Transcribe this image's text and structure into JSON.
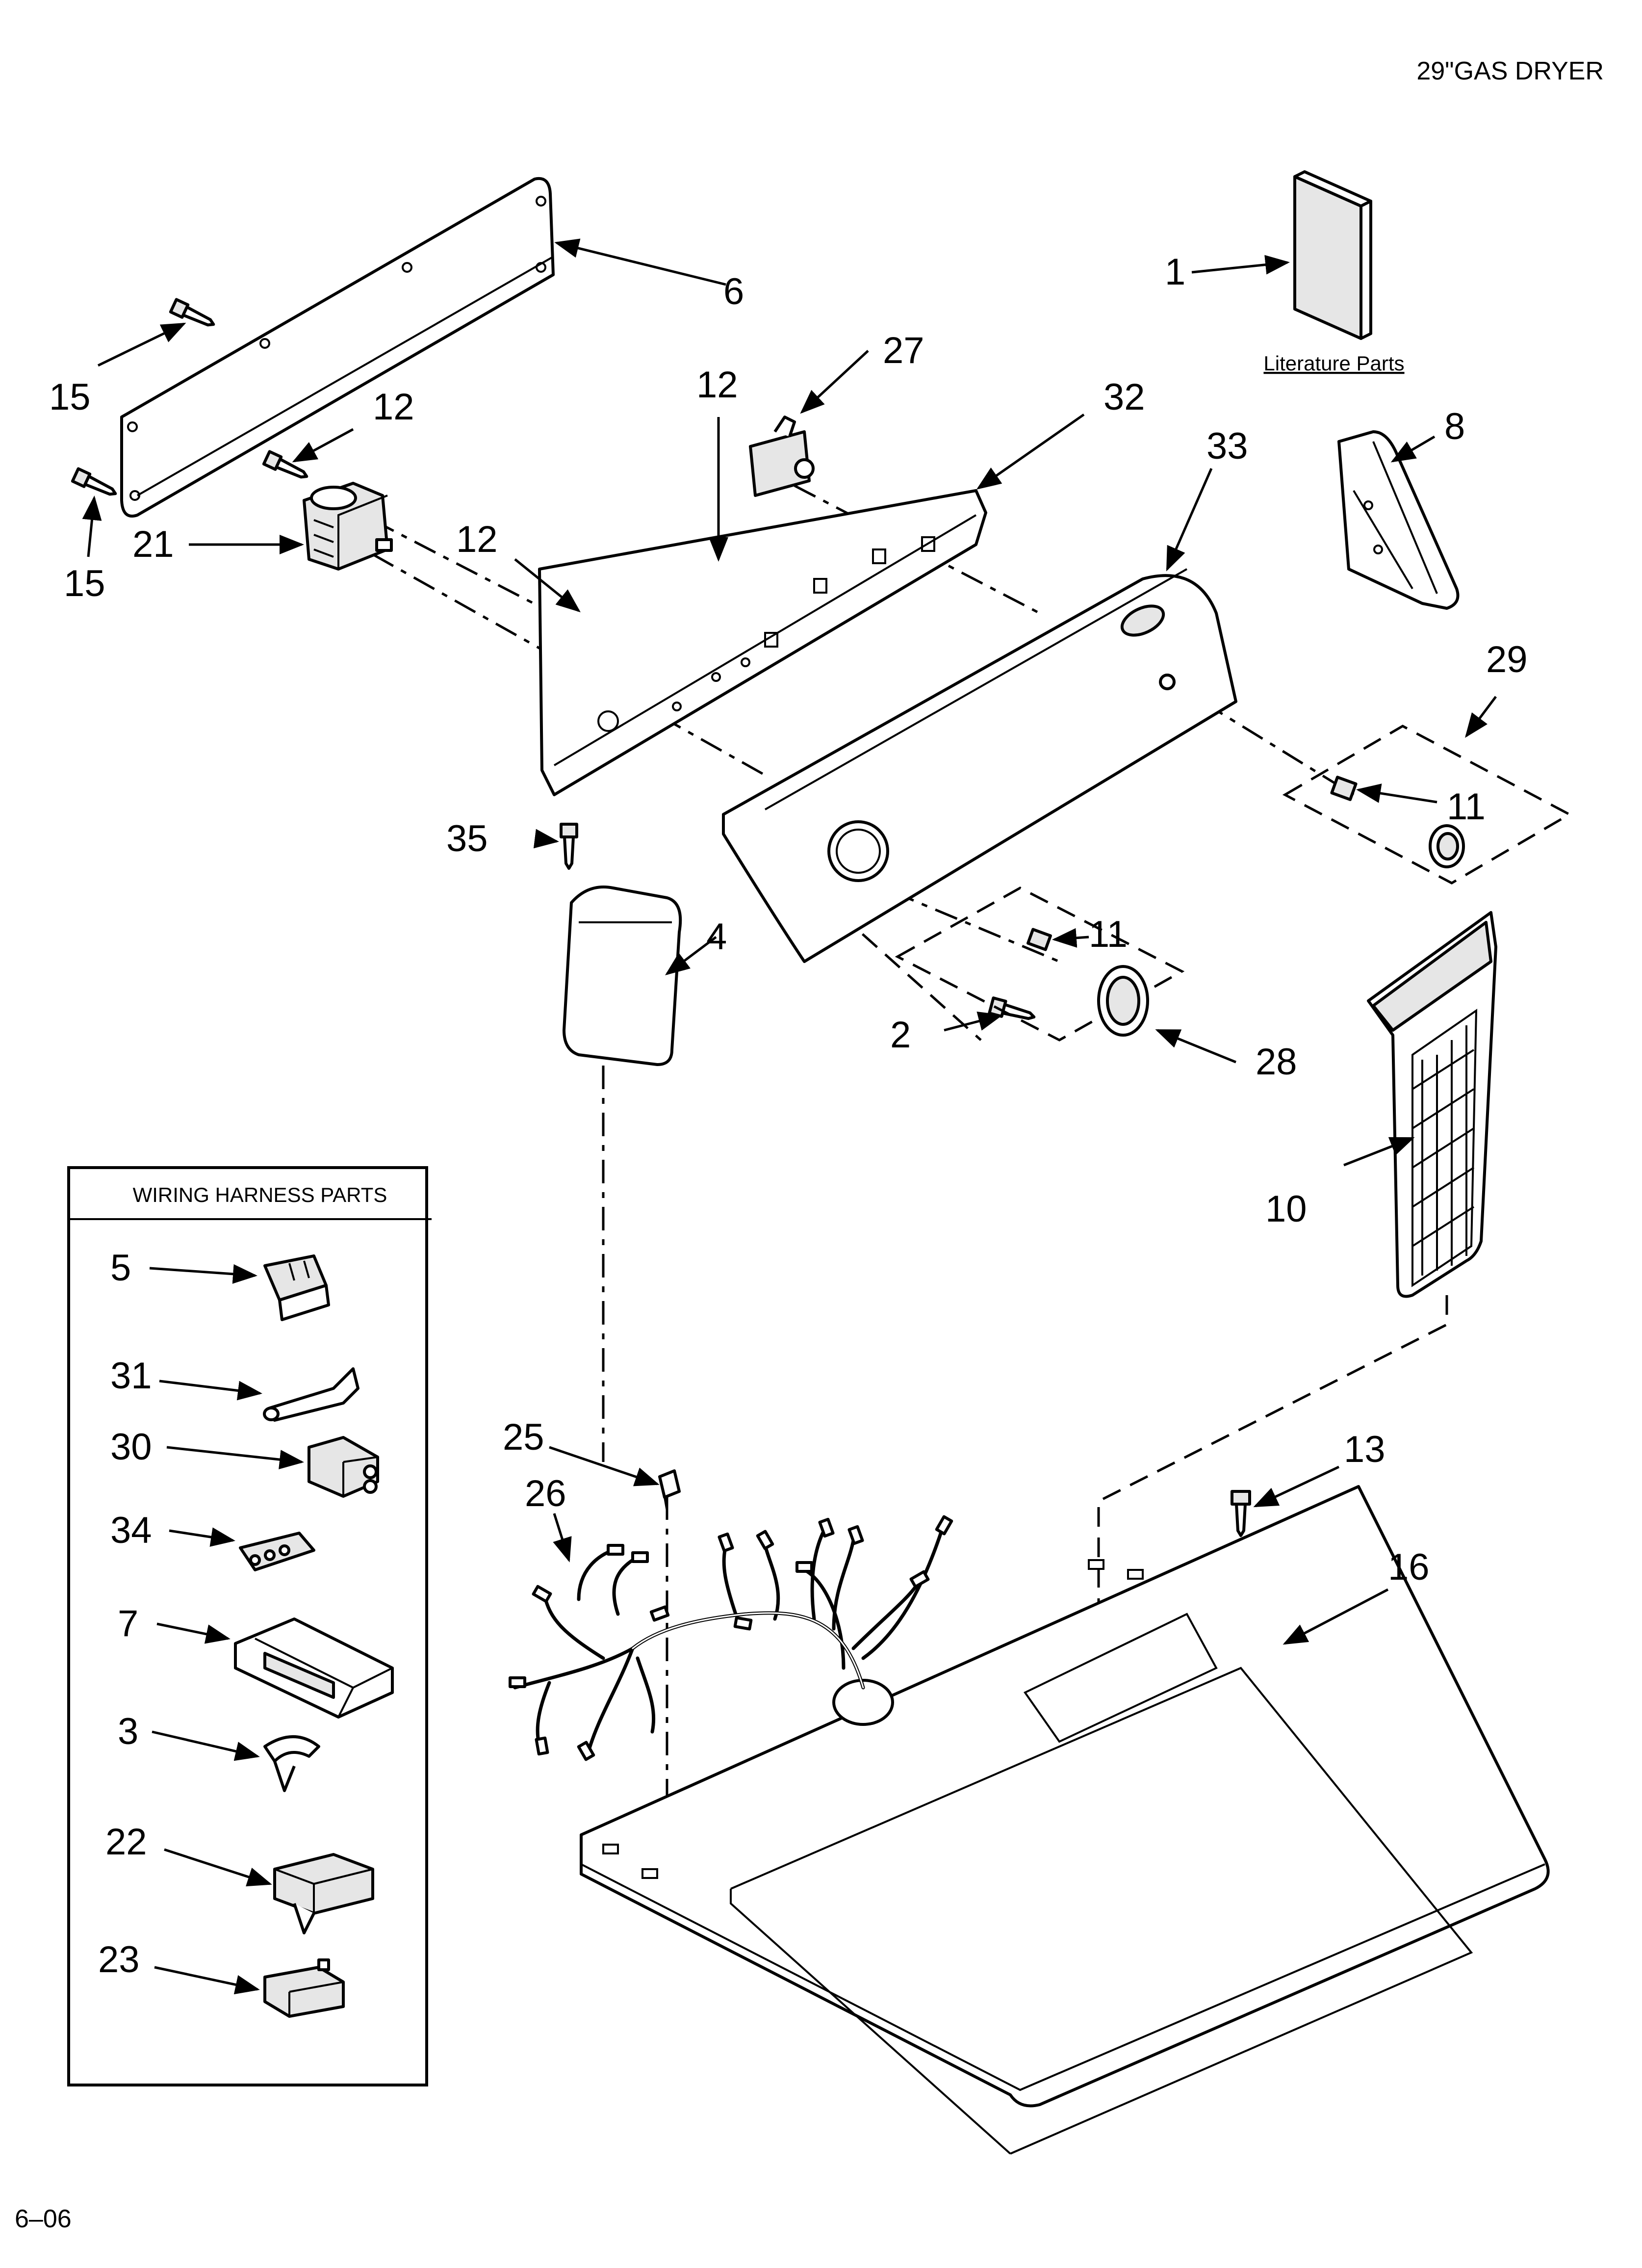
{
  "header": {
    "title": "29\"GAS DRYER"
  },
  "footer": {
    "code": "6–06"
  },
  "literature": {
    "caption": "Literature Parts"
  },
  "harness_box": {
    "title": "WIRING HARNESS PARTS"
  },
  "callouts": {
    "c1": "1",
    "c2": "2",
    "c3": "3",
    "c4": "4",
    "c5": "5",
    "c6": "6",
    "c7": "7",
    "c8": "8",
    "c10": "10",
    "c11a": "11",
    "c11b": "11",
    "c12a": "12",
    "c12b": "12",
    "c12c": "12",
    "c13": "13",
    "c15a": "15",
    "c15b": "15",
    "c16": "16",
    "c21": "21",
    "c22": "22",
    "c23": "23",
    "c25": "25",
    "c26": "26",
    "c27": "27",
    "c28": "28",
    "c29": "29",
    "c30": "30",
    "c31": "31",
    "c32": "32",
    "c33": "33",
    "c34": "34",
    "c35": "35"
  }
}
